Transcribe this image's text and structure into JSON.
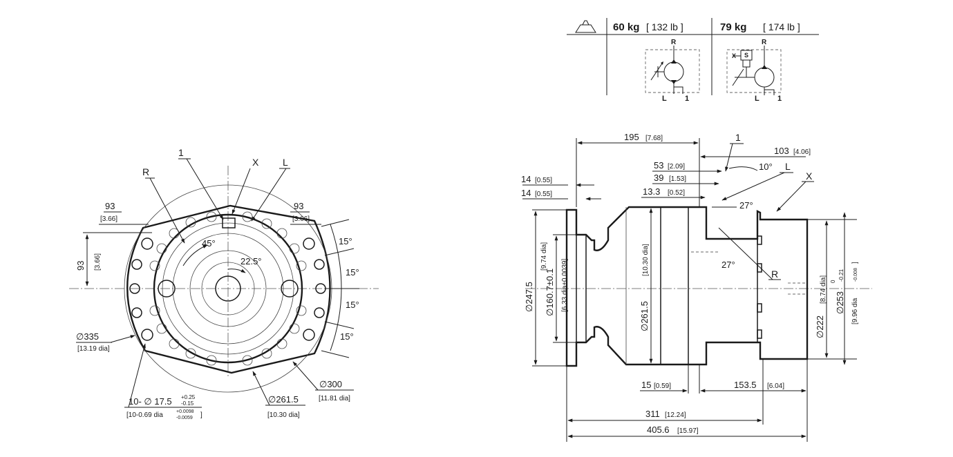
{
  "weights": {
    "w1": "60 kg",
    "w1_lb": "[ 132 lb ]",
    "w2": "79 kg",
    "w2_lb": "[ 174 lb ]"
  },
  "schematic": {
    "R": "R",
    "L": "L",
    "one": "1",
    "X": "X",
    "S": "S"
  },
  "front": {
    "lbl_1": "1",
    "lbl_X": "X",
    "lbl_L": "L",
    "lbl_R": "R",
    "d93_top_l": "93",
    "d93_top_l_in": "[3.66]",
    "d93_top_r": "93",
    "d93_top_r_in": "[3.66]",
    "d93_v": "93",
    "d93_v_in": "[3.66]",
    "a45": "45°",
    "a22": "22.5°",
    "a15_1": "15°",
    "a15_2": "15°",
    "a15_3": "15°",
    "a15_4": "15°",
    "d335": "∅335",
    "d335_in": "[13.19 dia]",
    "holes": "10- ∅ 17.5",
    "holes_tol_hi": "+0.25",
    "holes_tol_lo": "-0.15",
    "holes_in": "[10-0.69 dia",
    "holes_in_tol_hi": "+0.0098",
    "holes_in_tol_lo": "-0.0059",
    "holes_in_close": "]",
    "d261": "∅261.5",
    "d261_in": "[10.30 dia]",
    "d300": "∅300",
    "d300_in": "[11.81 dia]"
  },
  "side": {
    "d195": "195",
    "d195_in": "[7.68]",
    "lbl_1": "1",
    "d103": "103",
    "d103_in": "[4.06]",
    "d53": "53",
    "d53_in": "[2.09]",
    "a10": "10°",
    "lbl_L": "L",
    "d39": "39",
    "d39_in": "[1.53]",
    "d14a": "14",
    "d14a_in": "[0.55]",
    "d14b": "14",
    "d14b_in": "[0.55]",
    "d13": "13.3",
    "d13_in": "[0.52]",
    "lbl_X": "X",
    "a27a": "27°",
    "a27b": "27°",
    "lbl_R": "R",
    "v2475": "∅247.5",
    "v2475_in": "[9.74 dia]",
    "v1607": "∅160.7±0.1",
    "v1607_in": "[6.33 dia±0.0039]",
    "v2615": "∅261.5",
    "v2615_in": "[10.30 dia]",
    "v222": "∅222",
    "v222_in": "[8.74 dia]",
    "v253": "∅253",
    "v253_tol_hi": "0",
    "v253_tol_lo": "-0.21",
    "v253_in": "[9.96 dia",
    "v253_in_tol": "-0.008",
    "v253_in_close": "]",
    "d15": "15",
    "d15_in": "[0.59]",
    "d1535": "153.5",
    "d1535_in": "[6.04]",
    "d311": "311",
    "d311_in": "[12.24]",
    "d4056": "405.6",
    "d4056_in": "[15.97]"
  }
}
